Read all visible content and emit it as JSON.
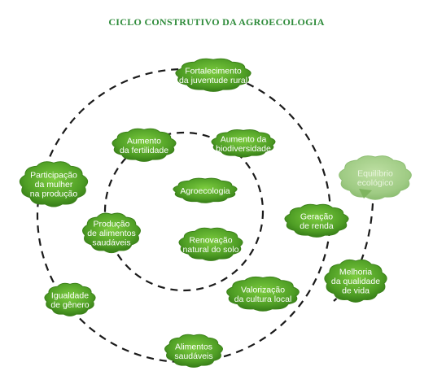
{
  "title": "CICLO CONSTRUTIVO DA AGROECOLOGIA",
  "colors": {
    "title": "#2e8b3a",
    "cloud_dark": "#3f8c1e",
    "cloud_light": "#6fbf3a",
    "cloud_pale": "#a9d18e",
    "dash": "#1a1a1a"
  },
  "nodes": [
    {
      "id": "fortalecimento",
      "lines": [
        "Fortalecimento",
        "da juventude rural"
      ]
    },
    {
      "id": "aumento-fertilidade",
      "lines": [
        "Aumento",
        "da fertilidade"
      ]
    },
    {
      "id": "aumento-biodiversidade",
      "lines": [
        "Aumento da",
        "biodiversidade"
      ]
    },
    {
      "id": "participacao",
      "lines": [
        "Participação",
        "da mulher",
        "na produção"
      ]
    },
    {
      "id": "agroecologia",
      "lines": [
        "Agroecologia"
      ]
    },
    {
      "id": "equilibrio",
      "lines": [
        "Equilíbrio",
        "ecológico"
      ]
    },
    {
      "id": "producao",
      "lines": [
        "Produção",
        "de alimentos",
        "saudáveis"
      ]
    },
    {
      "id": "geracao",
      "lines": [
        "Geração",
        "de renda"
      ]
    },
    {
      "id": "renovacao",
      "lines": [
        "Renovação",
        "natural do solo"
      ]
    },
    {
      "id": "melhoria",
      "lines": [
        "Melhoria",
        "da qualidade",
        "de vida"
      ]
    },
    {
      "id": "igualdade",
      "lines": [
        "Igualdade",
        "de gênero"
      ]
    },
    {
      "id": "valorizacao",
      "lines": [
        "Valorização",
        "da cultura local"
      ]
    },
    {
      "id": "alimentos",
      "lines": [
        "Alimentos",
        "saudáveis"
      ]
    }
  ]
}
